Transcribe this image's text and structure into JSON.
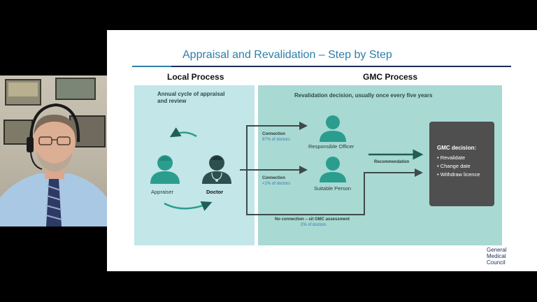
{
  "slide": {
    "title": "Appraisal and Revalidation – Step by Step",
    "local_heading": "Local Process",
    "gmc_heading": "GMC Process",
    "local_panel_title_1": "Annual cycle of appraisal",
    "local_panel_title_2": "and review",
    "gmc_panel_title": "Revalidation decision, usually once every five years",
    "appraiser_label": "Appraiser",
    "doctor_label": "Doctor",
    "conn1_title": "Connection",
    "conn1_sub": "97% of doctors",
    "conn2_title": "Connection",
    "conn2_sub": "<1% of doctors",
    "responsible_officer": "Responsible Officer",
    "suitable_person": "Suitable Person",
    "recommendation": "Recommendation",
    "no_connection_title": "No connection – sit GMC assessment",
    "no_connection_sub": "2% of doctors",
    "decision_title": "GMC decision:",
    "decision_items": [
      "Revalidate",
      "Change date",
      "Withdraw licence"
    ],
    "logo_lines": [
      "General",
      "Medical",
      "Council"
    ]
  },
  "colors": {
    "title_blue": "#2c7fa8",
    "navy": "#1e2c57",
    "local_panel": "#c3e6e8",
    "gmc_panel": "#a9d9d3",
    "person_icon": "#2a9d8f",
    "dark_arrow": "#3e4a4a",
    "decision_box": "#4f4f4f"
  },
  "icons": [
    "webcam-person",
    "appraiser-person-icon",
    "doctor-person-icon",
    "responsible-officer-icon",
    "suitable-person-icon",
    "cycle-arrows"
  ]
}
